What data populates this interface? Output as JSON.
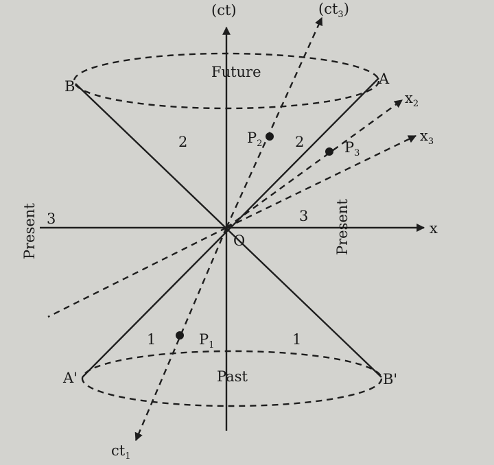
{
  "diagram": {
    "axes": {
      "time": "(ct)",
      "time3": "(ct",
      "time3_sub": "3",
      "time3_close": ")",
      "x": "x",
      "x2": "x",
      "x2_sub": "2",
      "x3": "x",
      "x3_sub": "3",
      "ct1": "ct",
      "ct1_sub": "1"
    },
    "regions": {
      "future": "Future",
      "past": "Past",
      "present_left": "Present",
      "present_right": "Present"
    },
    "points": {
      "origin": "O",
      "A": "A",
      "B": "B",
      "A_prime": "A'",
      "B_prime": "B'",
      "P1": "P",
      "P1_sub": "1",
      "P2": "P",
      "P2_sub": "2",
      "P3": "P",
      "P3_sub": "3"
    },
    "region_numbers": {
      "future_left": "2",
      "future_right": "2",
      "present_left": "3",
      "present_right": "3",
      "past_left": "1",
      "past_right": "1"
    },
    "colors": {
      "ink": "#1e1e1e",
      "paper": "#d3d3cf"
    }
  }
}
